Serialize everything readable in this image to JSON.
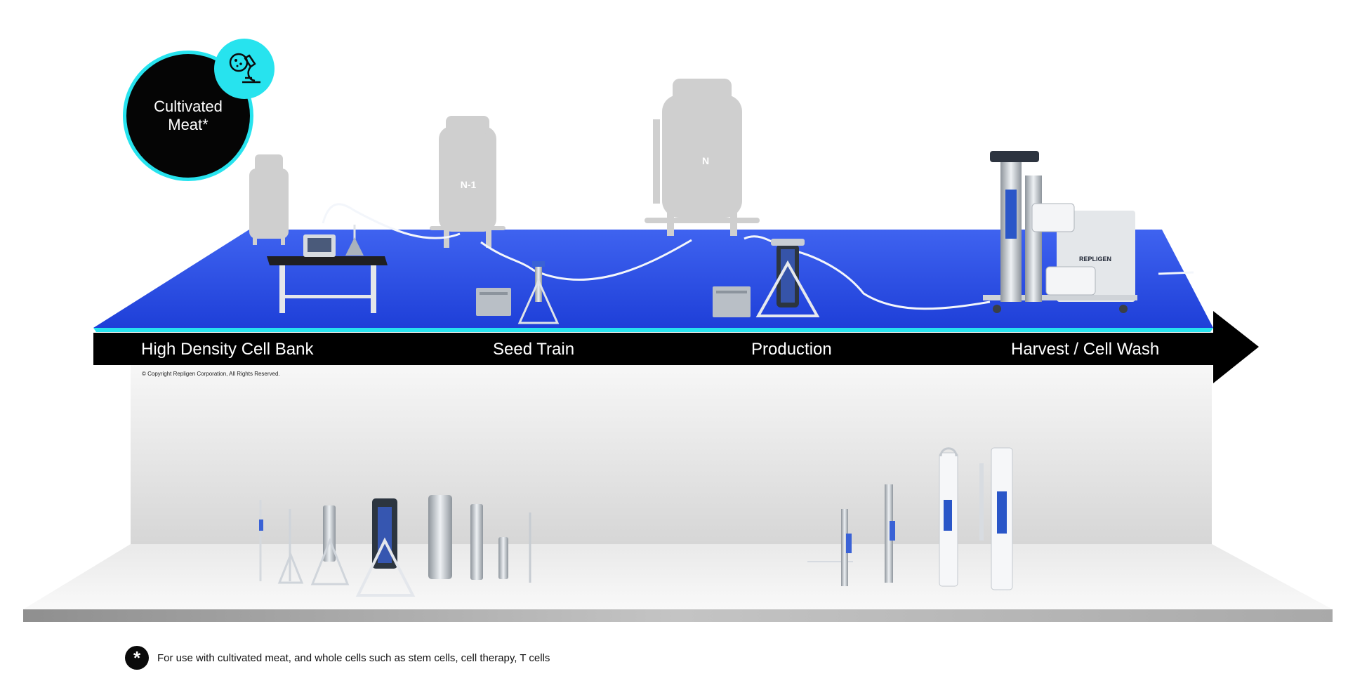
{
  "badge": {
    "text": "Cultivated Meat*",
    "icon": "microscope-petri-dish-icon",
    "ring_color": "#27e3ee"
  },
  "stages": [
    {
      "label": "High Density Cell Bank"
    },
    {
      "label": "Seed Train"
    },
    {
      "label": "Production"
    },
    {
      "label": "Harvest / Cell Wash"
    }
  ],
  "vessels": {
    "n_minus_1": "N-1",
    "n": "N"
  },
  "skid_brand": "REPLIGEN",
  "copyright": "© Copyright Repligen Corporation, All Rights Reserved.",
  "footnote": {
    "mark": "*",
    "text": "For use with cultivated meat, and whole cells such as stem cells, cell therapy, T cells"
  },
  "colors": {
    "platform_blue": "#2b4fe8",
    "arrow_black": "#000000",
    "accent_cyan": "#27e3ee",
    "vessel_gray": "#cfcfcf"
  }
}
